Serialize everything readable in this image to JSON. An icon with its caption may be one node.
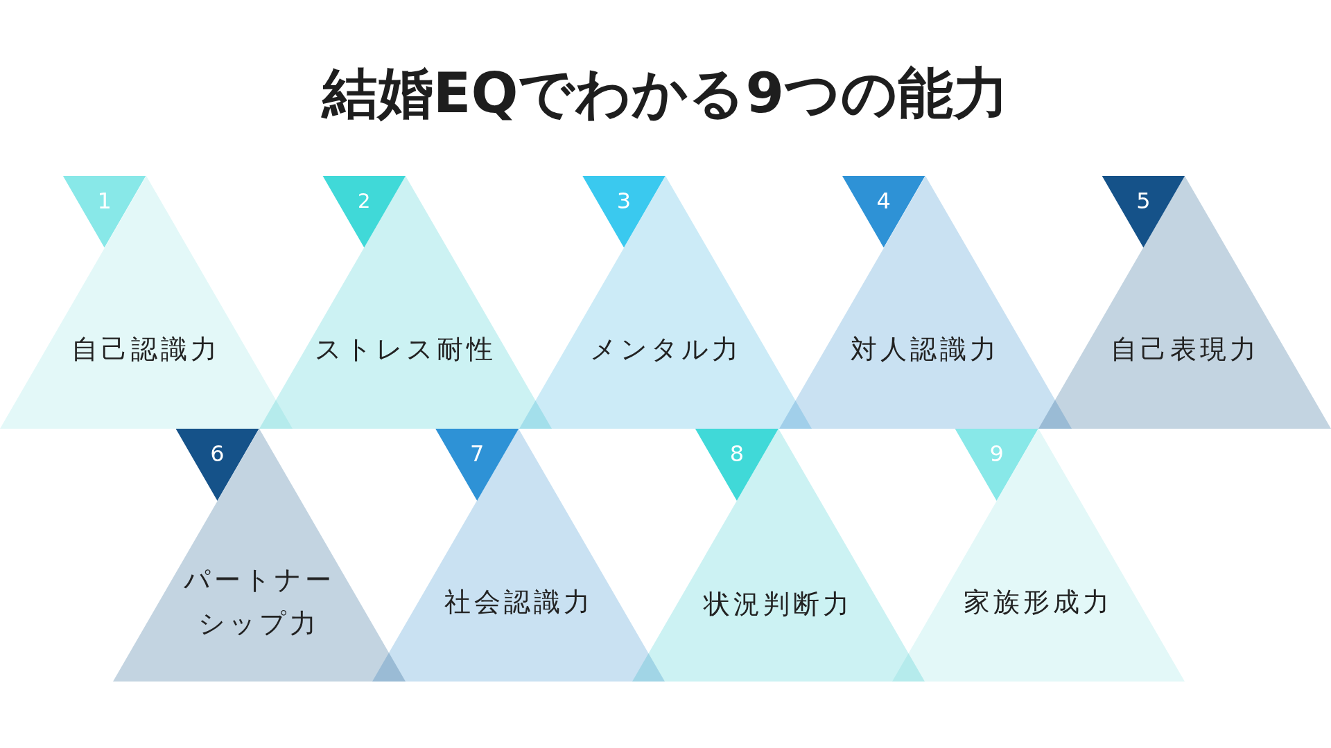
{
  "diagram": {
    "title": "結婚EQでわかる9つの能力",
    "nodes": [
      {
        "text": [
          "1",
          "自己認識力"
        ]
      },
      {
        "text": [
          "2",
          "ストレス耐性"
        ]
      },
      {
        "text": [
          "3",
          "メンタル力"
        ]
      },
      {
        "text": [
          "4",
          "対人認識力"
        ]
      },
      {
        "text": [
          "5",
          "自己表現力"
        ]
      },
      {
        "text": [
          "6",
          "パートナーシップ力"
        ]
      },
      {
        "text": [
          "7",
          "社会認識力"
        ]
      },
      {
        "text": [
          "8",
          "状況判断力"
        ]
      },
      {
        "text": [
          "9",
          "家族形成力"
        ]
      }
    ]
  }
}
